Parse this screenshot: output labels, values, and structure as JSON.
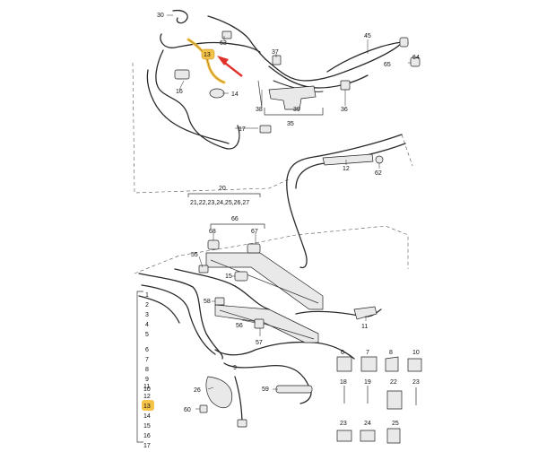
{
  "callouts": {
    "c30": "30",
    "c63": "63",
    "c13a": "13",
    "c37": "37",
    "c45": "45",
    "c65": "65",
    "c64": "64",
    "c16": "16",
    "c14": "14",
    "c38": "38",
    "c39": "39",
    "c36": "36",
    "c35": "35",
    "c17": "17",
    "c12": "12",
    "c62": "62",
    "c20": "20",
    "group_list": "21,22,23,24,25,26,27",
    "c66": "66",
    "c68": "68",
    "c67": "67",
    "c55": "55",
    "c15": "15",
    "c58": "58",
    "c56": "56",
    "c57": "57",
    "c11": "11",
    "c9": "9",
    "c26": "26",
    "c59": "59",
    "c60": "60",
    "c23": "23",
    "c24": "24",
    "c25": "25"
  },
  "index_list": [
    "1",
    "2",
    "3",
    "4",
    "5",
    "6",
    "7",
    "8",
    "9",
    "10",
    "11",
    "12",
    "13",
    "14",
    "15",
    "16",
    "17"
  ],
  "index_highlight": "13",
  "clip_numbers": [
    "6",
    "7",
    "8",
    "10",
    "18",
    "19",
    "22",
    "23"
  ],
  "colors": {
    "highlight": "#f5c24a",
    "arrow": "#e0322b",
    "line": "#2a2a2a"
  }
}
